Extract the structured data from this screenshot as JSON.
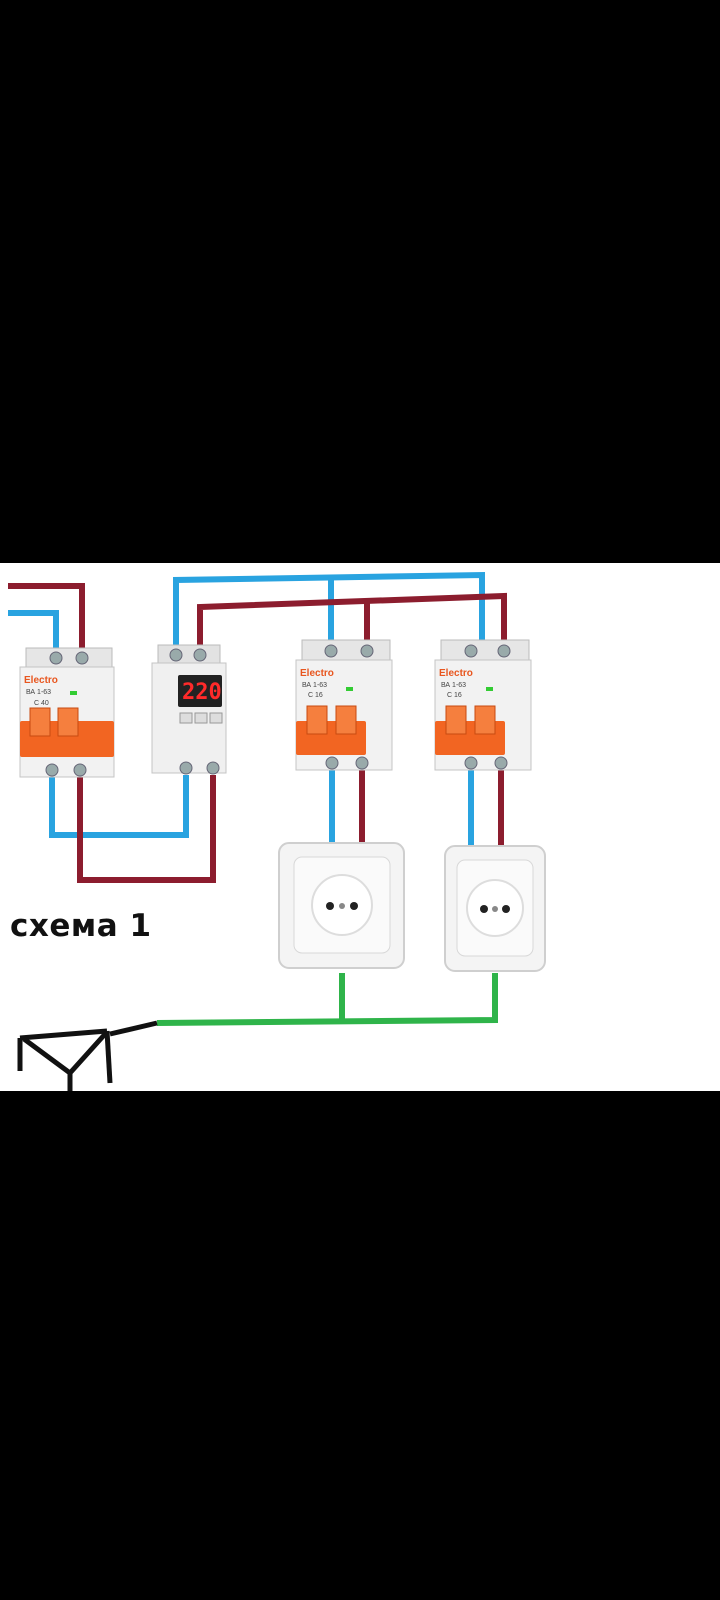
{
  "diagram": {
    "caption": "схема 1",
    "breakers": [
      {
        "brand": "Electro",
        "model": "ВА 1-63",
        "rating": "C 40"
      },
      {
        "brand": "Electro",
        "model": "ВА 1-63",
        "rating": "C 16"
      },
      {
        "brand": "Electro",
        "model": "ВА 1-63",
        "rating": "C 16"
      }
    ],
    "voltage_relay": {
      "display": "220"
    },
    "colors": {
      "phase_wire": "#8c1d2e",
      "neutral_wire": "#29a3e0",
      "ground_wire": "#2fb44a",
      "breaker_lever": "#f26522",
      "background": "#ffffff",
      "outer_background": "#000000"
    }
  }
}
